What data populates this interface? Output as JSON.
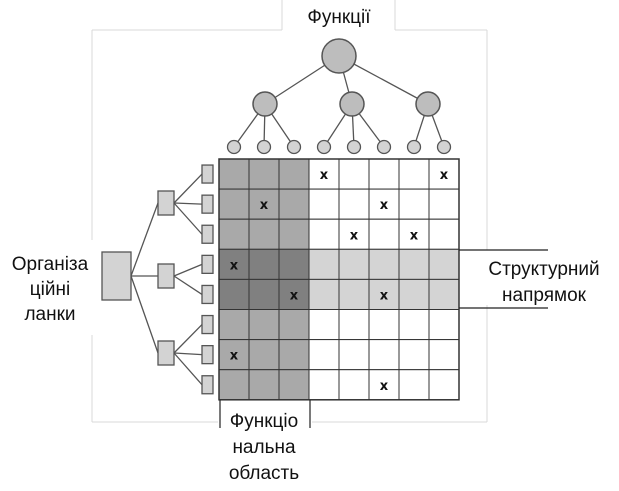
{
  "labels": {
    "top": "Функції",
    "left": [
      "Організа",
      "ційні",
      "ланки"
    ],
    "right": [
      "Структурний",
      "напрямок"
    ],
    "bottom": [
      "Функціо",
      "нальна",
      "область"
    ]
  },
  "matrix": {
    "rows": 8,
    "cols": 8,
    "mark": "x",
    "marks": [
      [
        0,
        3
      ],
      [
        0,
        7
      ],
      [
        1,
        1
      ],
      [
        1,
        5
      ],
      [
        2,
        4
      ],
      [
        2,
        6
      ],
      [
        3,
        0
      ],
      [
        4,
        2
      ],
      [
        4,
        5
      ],
      [
        6,
        0
      ],
      [
        7,
        5
      ]
    ]
  },
  "colors": {
    "grid_line": "#333333",
    "column_fill": "#a9a9a9",
    "intersection_fill": "#808080",
    "row_fill": "#d4d4d4",
    "node_fill": "#bdbdbd",
    "leaf_fill": "#d3d3d3",
    "frame": "#d8d8d8"
  }
}
